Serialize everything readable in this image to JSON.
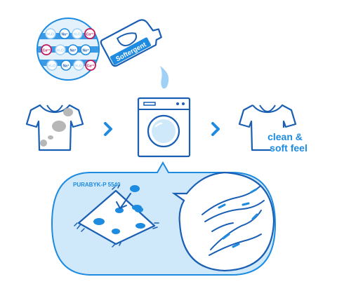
{
  "colors": {
    "line": "#1a5fb4",
    "accent": "#1d8be0",
    "light_fill": "#cfe8fa",
    "stain": "#b7b7b7",
    "calcium": "#c2185b"
  },
  "ions": {
    "sodium": "Na⁺",
    "calcium": "Ca²⁺",
    "neutral": "H₂O"
  },
  "labels": {
    "softergent": "Softergent",
    "result_line1": "clean &",
    "result_line2": "soft feel",
    "product": "PURABYK-P 5540"
  },
  "icons": {
    "arrow_1": "chevron-right-icon",
    "arrow_2": "chevron-right-icon",
    "dirty_shirt": "tshirt-stained-icon",
    "machine": "washing-machine-icon",
    "clean_shirt": "tshirt-clean-icon",
    "bottle": "detergent-bottle-icon"
  }
}
